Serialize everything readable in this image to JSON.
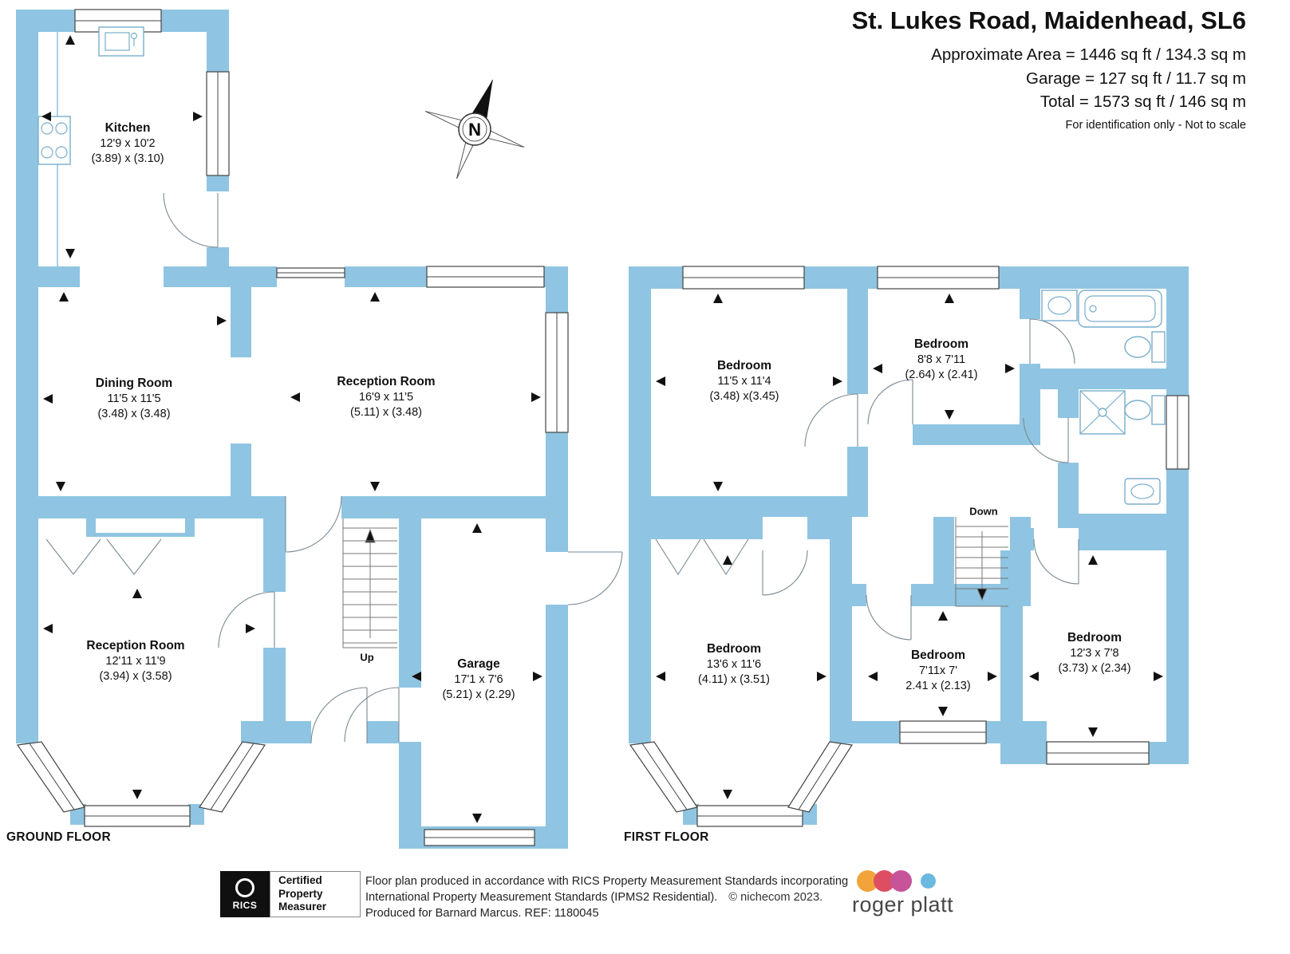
{
  "header": {
    "title": "St. Lukes Road, Maidenhead, SL6",
    "area_line1": "Approximate Area = 1446 sq ft / 134.3 sq m",
    "area_line2": "Garage = 127 sq ft / 11.7 sq m",
    "area_line3": "Total = 1573 sq ft / 146 sq m",
    "note": "For identification only - Not to scale"
  },
  "compass": {
    "label": "N"
  },
  "floors": [
    {
      "label": "GROUND FLOOR",
      "stair_label": "Up",
      "rooms": [
        {
          "name": "Kitchen",
          "dim_ft": "12'9 x 10'2",
          "dim_m": "(3.89) x (3.10)"
        },
        {
          "name": "Dining Room",
          "dim_ft": "11'5 x 11'5",
          "dim_m": "(3.48) x (3.48)"
        },
        {
          "name": "Reception Room",
          "dim_ft": "16'9 x 11'5",
          "dim_m": "(5.11) x (3.48)"
        },
        {
          "name": "Reception Room",
          "dim_ft": "12'11 x 11'9",
          "dim_m": "(3.94) x (3.58)"
        },
        {
          "name": "Garage",
          "dim_ft": "17'1 x 7'6",
          "dim_m": "(5.21) x (2.29)"
        }
      ]
    },
    {
      "label": "FIRST FLOOR",
      "stair_label": "Down",
      "rooms": [
        {
          "name": "Bedroom",
          "dim_ft": "11'5 x 11'4",
          "dim_m": "(3.48) x(3.45)"
        },
        {
          "name": "Bedroom",
          "dim_ft": "8'8 x 7'11",
          "dim_m": "(2.64) x (2.41)"
        },
        {
          "name": "Bedroom",
          "dim_ft": "13'6 x 11'6",
          "dim_m": "(4.11) x (3.51)"
        },
        {
          "name": "Bedroom",
          "dim_ft": "7'11x 7'",
          "dim_m": "2.41 x (2.13)"
        },
        {
          "name": "Bedroom",
          "dim_ft": "12'3 x 7'8",
          "dim_m": "(3.73) x (2.34)"
        }
      ]
    }
  ],
  "footer": {
    "rics_logo": "RICS",
    "badge_line1": "Certified",
    "badge_line2": "Property",
    "badge_line3": "Measurer",
    "disclaimer_line1": "Floor plan produced in accordance with RICS Property Measurement Standards incorporating",
    "disclaimer_line2": "International Property Measurement Standards (IPMS2 Residential).",
    "copyright": "© nichecom 2023.",
    "disclaimer_line3": "Produced for Barnard Marcus.   REF:  1180045",
    "brand": "roger platt"
  },
  "colors": {
    "wall": "#8FC5E2",
    "accent_orange": "#F2A43B",
    "accent_red": "#DE4E62",
    "accent_pink": "#C75399",
    "accent_blue": "#6CB9E0"
  }
}
